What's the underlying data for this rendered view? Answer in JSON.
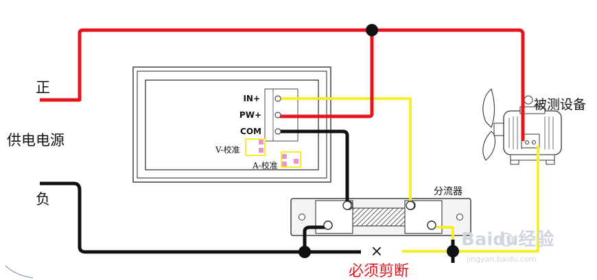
{
  "labels": {
    "positive": "正",
    "power_supply": "供电电源",
    "negative": "负",
    "device_under_test": "被测设备",
    "shunt": "分流器",
    "must_cut": "必须剪断",
    "cut_mark": "×"
  },
  "meter": {
    "pins": {
      "in_plus": "IN+",
      "pw_plus": "PW+",
      "com": "COM"
    },
    "calibration": {
      "voltage": "V-校准",
      "current": "A-校准"
    }
  },
  "watermark": {
    "brand": "Baidu经验",
    "url": "jingyan.baidu.com"
  },
  "colors": {
    "positive_wire": "#e8141c",
    "negative_wire": "#111111",
    "signal_wire": "#f5ee2c",
    "calibration_pad": "#f090c8",
    "warning_text": "#e0141c"
  }
}
